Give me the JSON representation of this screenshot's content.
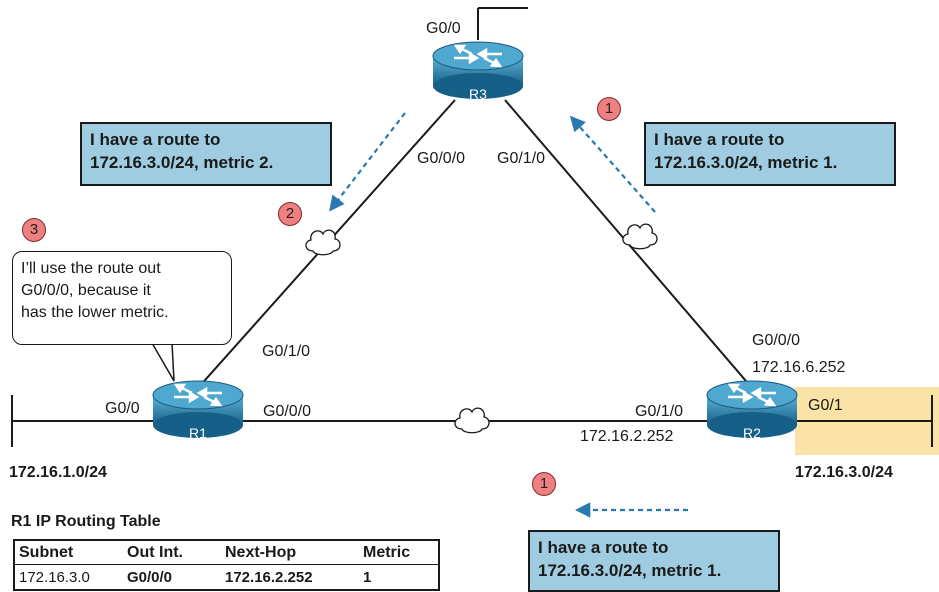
{
  "routers": {
    "r3": {
      "name": "R3",
      "g00": "G0/0",
      "g000": "G0/0/0",
      "g010": "G0/1/0"
    },
    "r1": {
      "name": "R1",
      "g00": "G0/0",
      "g000": "G0/0/0",
      "g010": "G0/1/0"
    },
    "r2": {
      "name": "R2",
      "g000": "G0/0/0",
      "g000_ip": "172.16.6.252",
      "g010": "G0/1/0",
      "g010_ip": "172.16.2.252",
      "g01": "G0/1"
    }
  },
  "subnets": {
    "left": "172.16.1.0/24",
    "right": "172.16.3.0/24"
  },
  "badges": {
    "one_top": "1",
    "two": "2",
    "three": "3",
    "one_bottom": "1"
  },
  "boxes": {
    "left_top": {
      "line1": "I have a route to",
      "line2": "172.16.3.0/24, metric 2."
    },
    "right_top": {
      "line1": "I have a route to",
      "line2": "172.16.3.0/24, metric 1."
    },
    "bottom": {
      "line1": "I have a route to",
      "line2": "172.16.3.0/24, metric 1."
    }
  },
  "speech": {
    "line1": "I’ll use the route out",
    "line2": "G0/0/0, because it",
    "line3": "has the lower metric."
  },
  "routing_table": {
    "title": "R1 IP Routing Table",
    "headers": [
      "Subnet",
      "Out Int.",
      "Next-Hop",
      "Metric"
    ],
    "rows": [
      [
        "172.16.3.0",
        "G0/0/0",
        "172.16.2.252",
        "1"
      ]
    ]
  },
  "colors": {
    "info_box": "#9fcce0",
    "badge": "#f08080",
    "router": "#1f7fa8",
    "arrow": "#2a78b0",
    "subnet_highlight": "#fbe3a8"
  }
}
